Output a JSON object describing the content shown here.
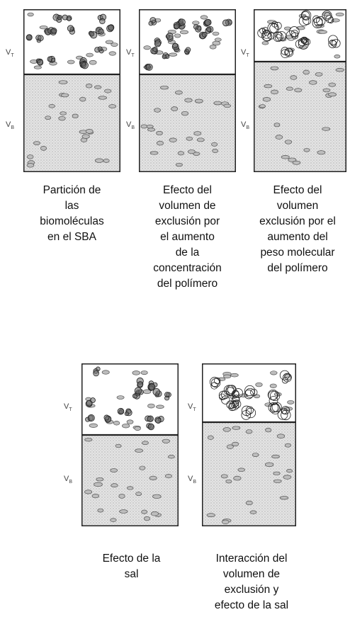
{
  "labels": {
    "top_phase": "V",
    "top_sub": "T",
    "bottom_phase": "V",
    "bottom_sub": "B"
  },
  "panels": [
    {
      "caption": "Partición de\nlas\nbiomoléculas\nen el SBA",
      "interface": 0.4,
      "polymer": "small"
    },
    {
      "caption": "Efecto del\nvolumen  de\nexclusión por\nel aumento\nde la\nconcentración\ndel polímero",
      "interface": 0.4,
      "polymer": "small"
    },
    {
      "caption": "Efecto del\nvolumen\nexclusión por el\naumento del\npeso molecular\ndel polímero",
      "interface": 0.32,
      "polymer": "large"
    },
    {
      "caption": "Efecto de la\nsal",
      "interface": 0.44,
      "polymer": "small"
    },
    {
      "caption": "Interacción del\nvolumen de\nexclusión y\nefecto de la sal",
      "interface": 0.36,
      "polymer": "large"
    }
  ],
  "colors": {
    "line": "#222222",
    "bottom_fill": "#e4e4e4",
    "molecule": "#bdbdbd"
  }
}
